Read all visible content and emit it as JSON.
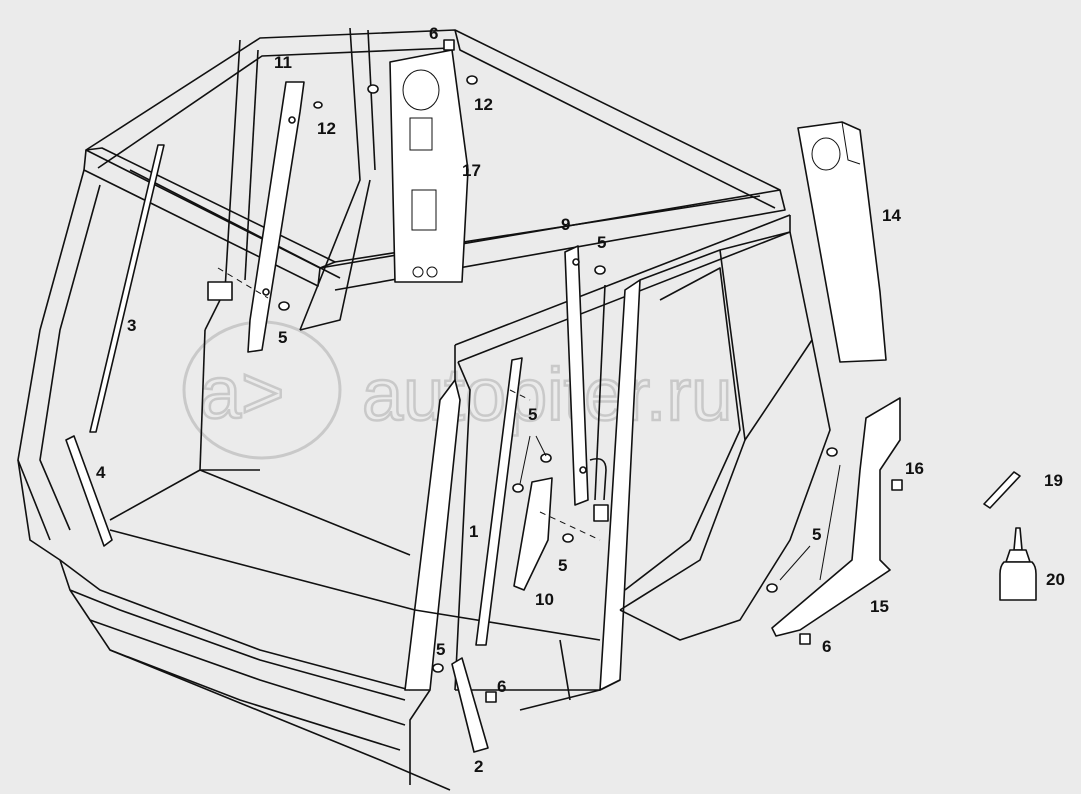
{
  "watermark": {
    "text": "autopiter.ru",
    "logo_glyph": "a>"
  },
  "callouts": [
    {
      "id": "c11a",
      "text": "11"
    },
    {
      "id": "c6a",
      "text": "6"
    },
    {
      "id": "c12a",
      "text": "12"
    },
    {
      "id": "c12b",
      "text": "12"
    },
    {
      "id": "c17",
      "text": "17"
    },
    {
      "id": "c14",
      "text": "14"
    },
    {
      "id": "c9",
      "text": "9"
    },
    {
      "id": "c5a",
      "text": "5"
    },
    {
      "id": "c3",
      "text": "3"
    },
    {
      "id": "c5b",
      "text": "5"
    },
    {
      "id": "c5c",
      "text": "5"
    },
    {
      "id": "c4",
      "text": "4"
    },
    {
      "id": "c1",
      "text": "1"
    },
    {
      "id": "c16",
      "text": "16"
    },
    {
      "id": "c19",
      "text": "19"
    },
    {
      "id": "c5d",
      "text": "5"
    },
    {
      "id": "c10",
      "text": "10"
    },
    {
      "id": "c5e",
      "text": "5"
    },
    {
      "id": "c20",
      "text": "20"
    },
    {
      "id": "c15",
      "text": "15"
    },
    {
      "id": "c6b",
      "text": "6"
    },
    {
      "id": "c5f",
      "text": "5"
    },
    {
      "id": "c6c",
      "text": "6"
    },
    {
      "id": "c2",
      "text": "2"
    }
  ]
}
